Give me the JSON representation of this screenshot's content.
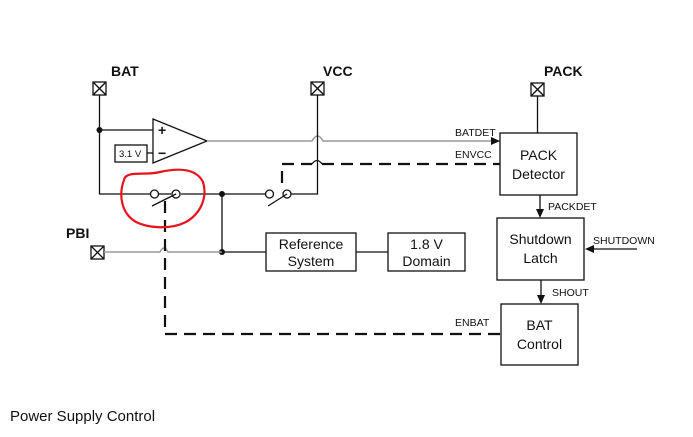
{
  "diagram": {
    "caption": "Power Supply Control",
    "pins": {
      "bat": "BAT",
      "vcc": "VCC",
      "pack": "PACK",
      "pbi": "PBI"
    },
    "blocks": {
      "pack_detector": [
        "PACK",
        "Detector"
      ],
      "shutdown_latch": [
        "Shutdown",
        "Latch"
      ],
      "bat_control": [
        "BAT",
        "Control"
      ],
      "reference_system": [
        "Reference",
        "System"
      ],
      "domain_1v8": [
        "1.8 V",
        "Domain"
      ],
      "vref": "3.1 V"
    },
    "signals": {
      "batdet": "BATDET",
      "envcc": "ENVCC",
      "packdet": "PACKDET",
      "shutdown": "SHUTDOWN",
      "shout": "SHOUT",
      "enbat": "ENBAT"
    },
    "comparator": {
      "plus": "+",
      "minus": "−"
    },
    "annotation_color": "#e8141b"
  }
}
